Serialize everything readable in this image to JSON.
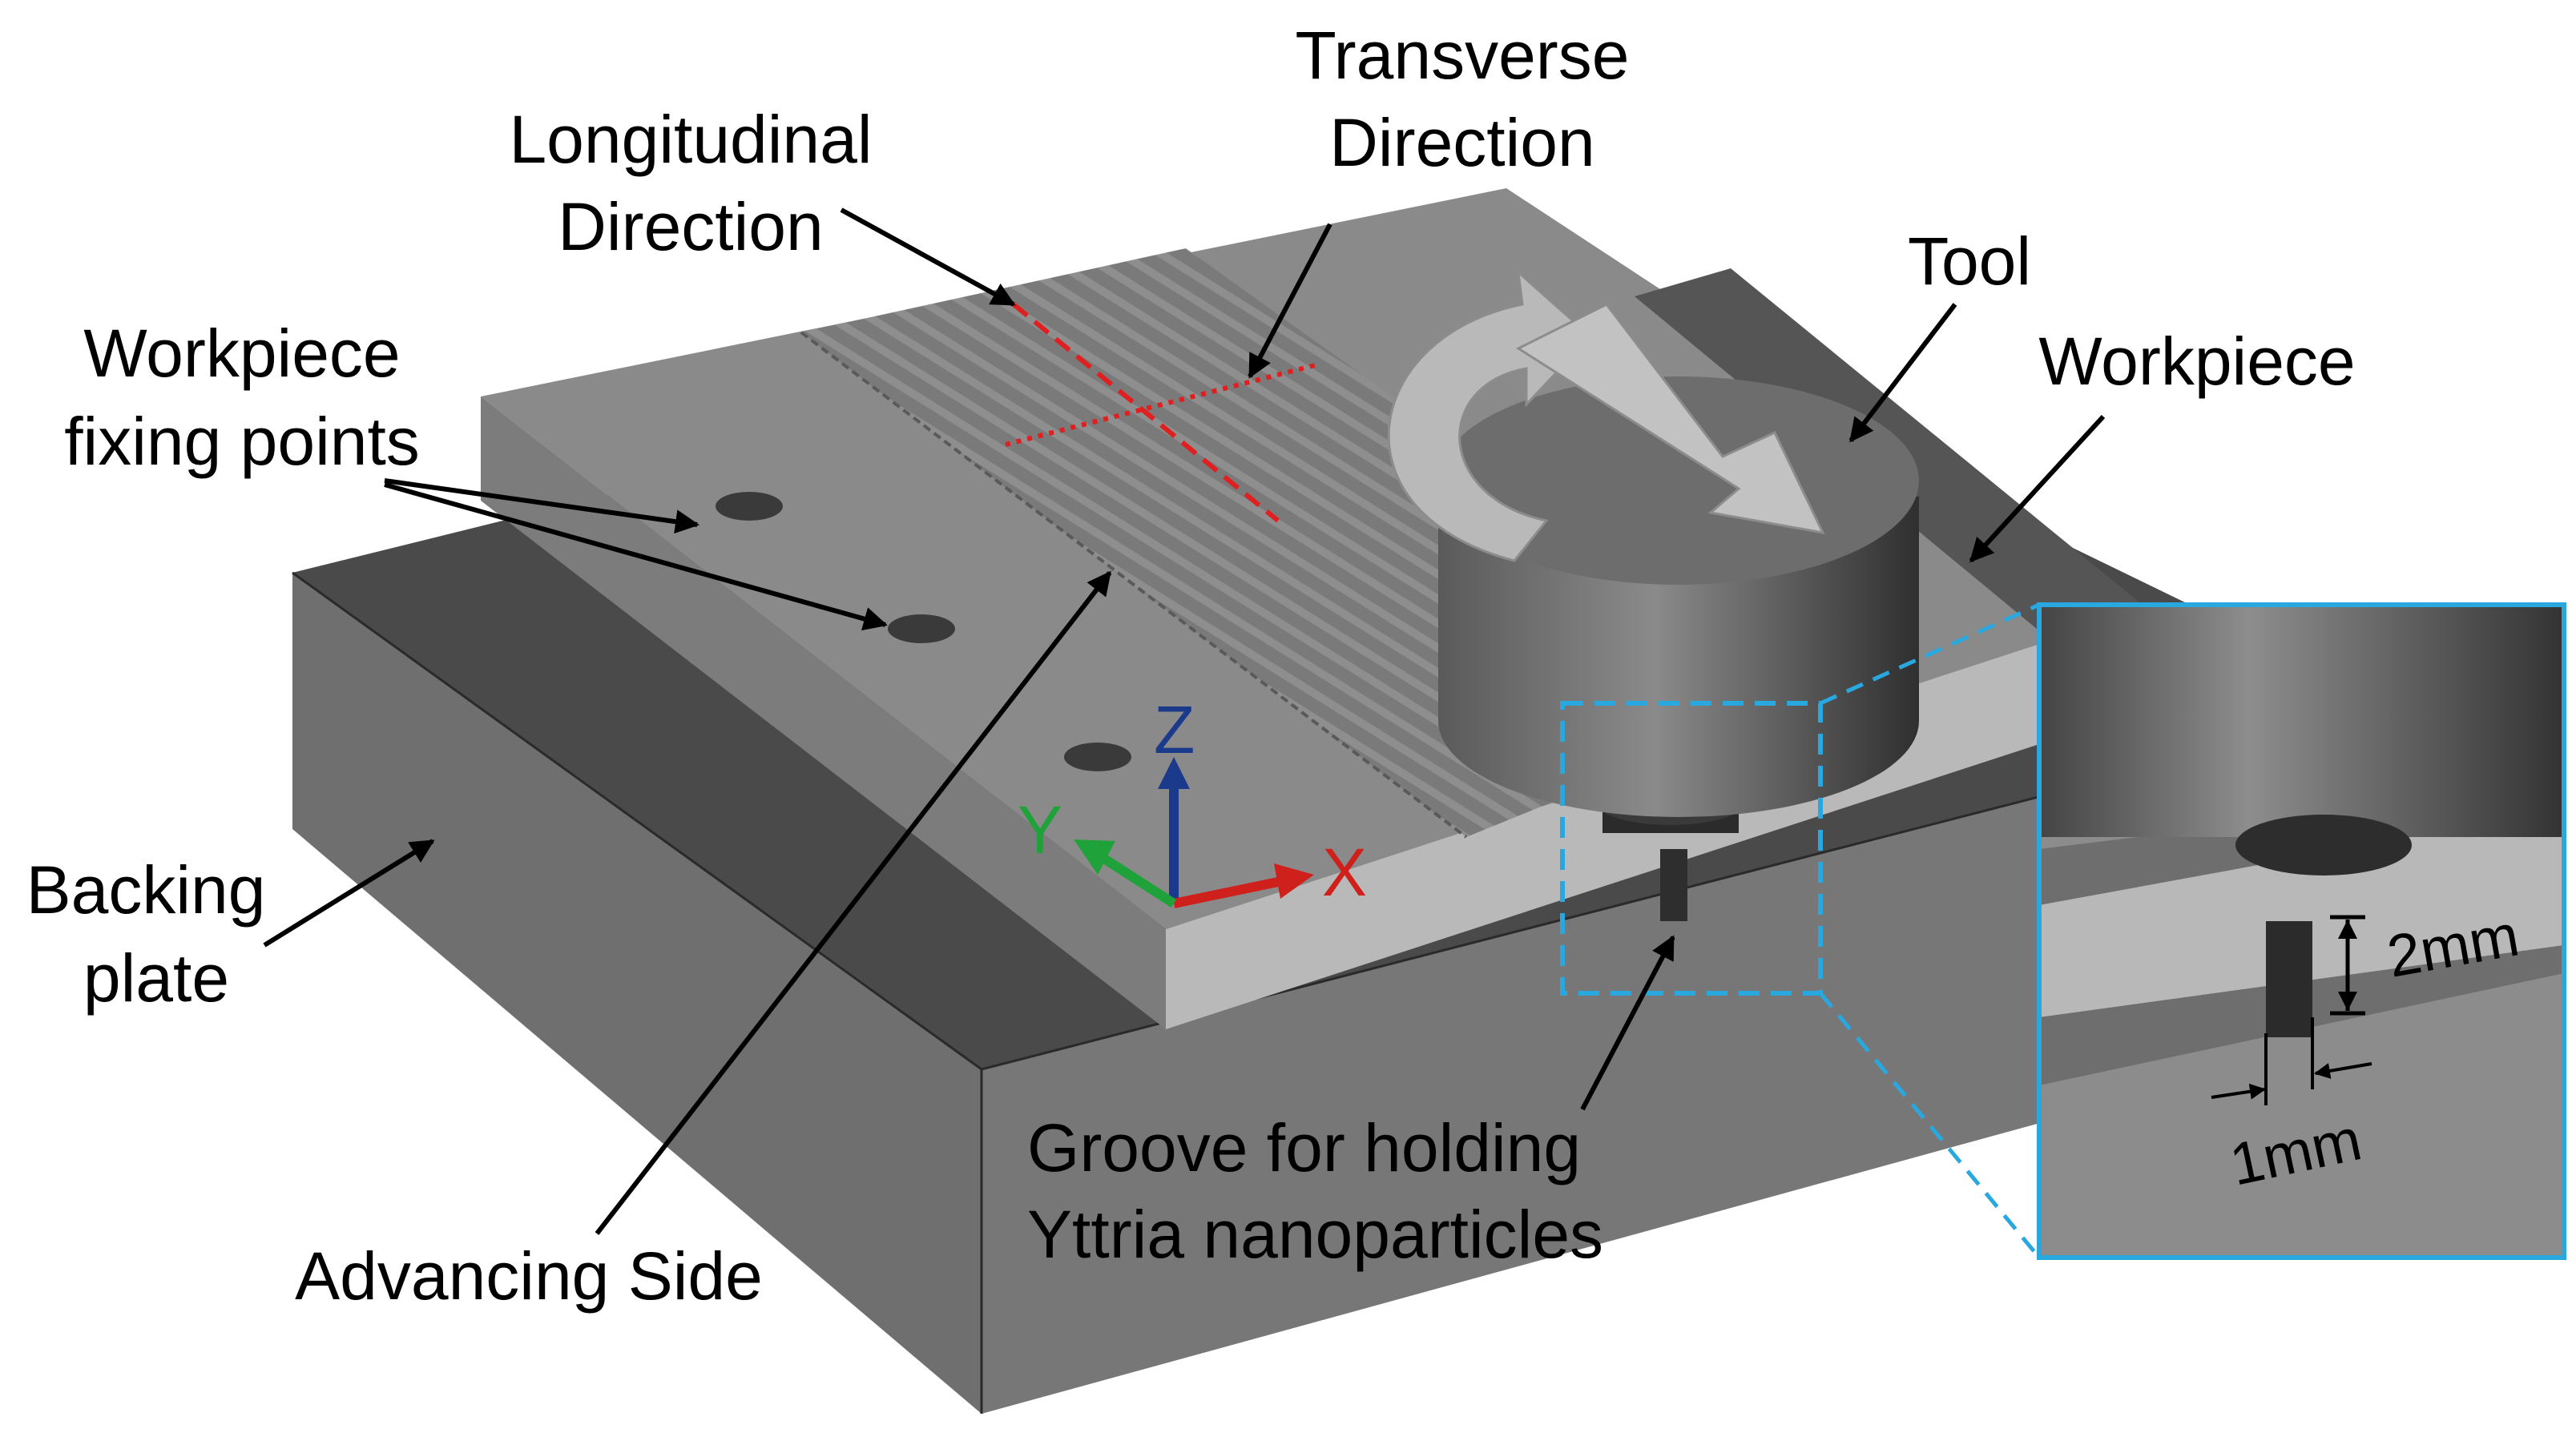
{
  "labels": {
    "longitudinal": [
      "Longitudinal",
      "Direction"
    ],
    "transverse": [
      "Transverse",
      "Direction"
    ],
    "fixing_points": [
      "Workpiece",
      "fixing points"
    ],
    "tool": "Tool",
    "workpiece": "Workpiece",
    "backing_plate": [
      "Backing",
      "plate"
    ],
    "advancing_side": "Advancing Side",
    "groove": [
      "Groove for holding",
      "Yttria nanoparticles"
    ]
  },
  "axes": {
    "x": "X",
    "y": "Y",
    "z": "Z"
  },
  "inset": {
    "height_dim": "2mm",
    "width_dim": "1mm"
  },
  "colors": {
    "axis_x": "#d0201c",
    "axis_y": "#1fa23a",
    "axis_z": "#1b3a8c",
    "inset_frame": "#29a8e0",
    "direction_lines": "#e02020"
  }
}
